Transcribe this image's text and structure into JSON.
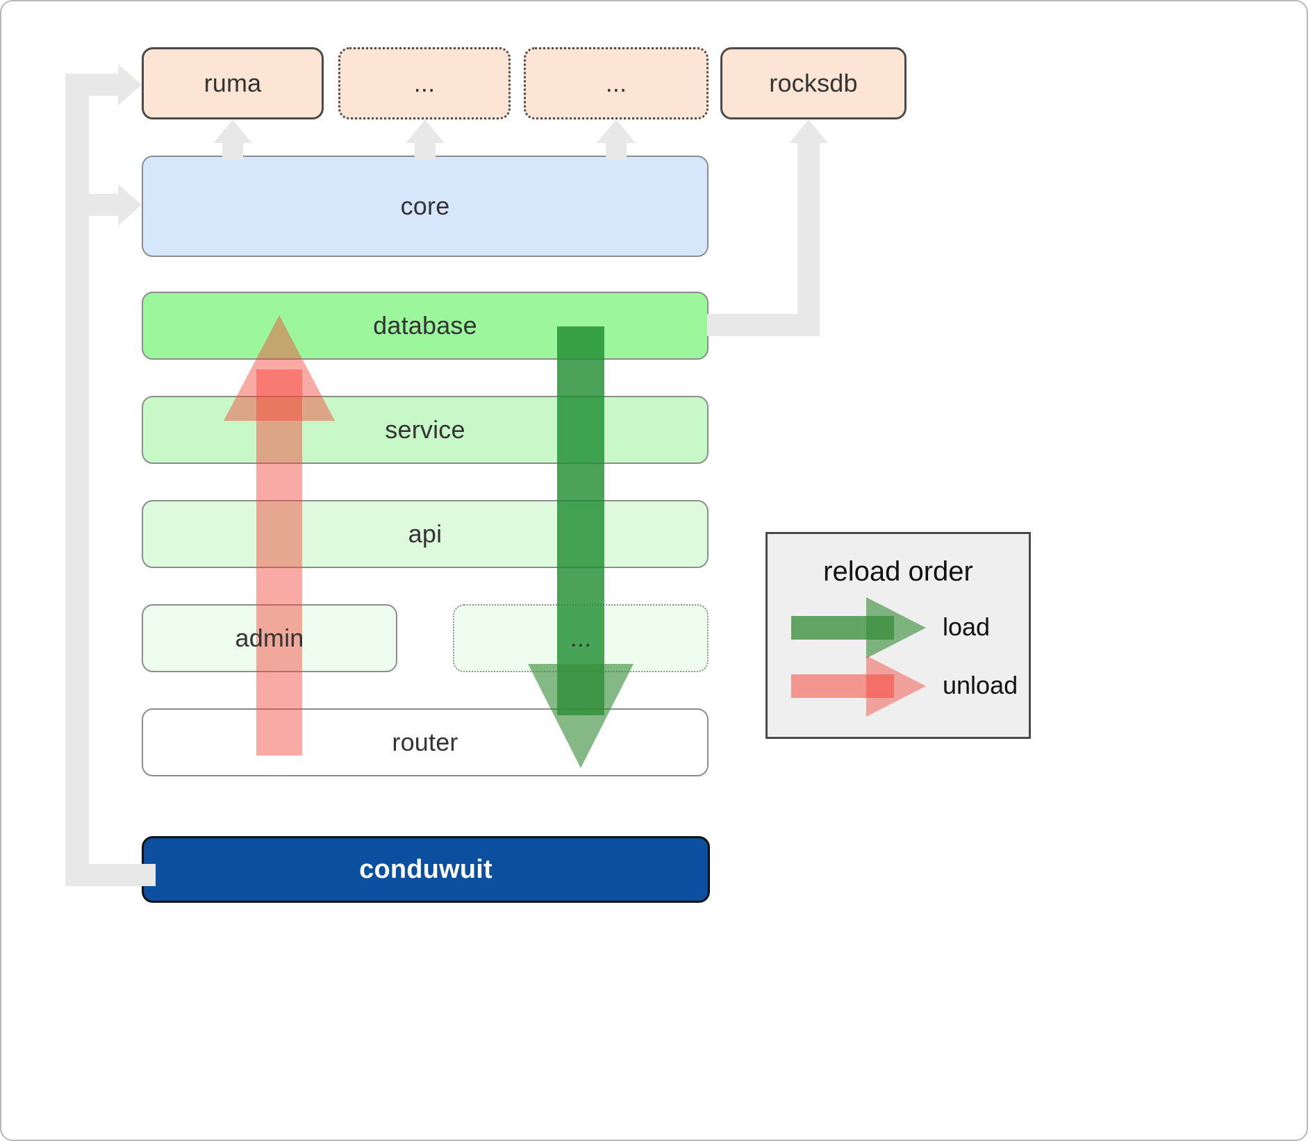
{
  "diagram": {
    "title": "conduwuit crate architecture / reload order",
    "dependencies": [
      {
        "label": "ruma",
        "style": "solid"
      },
      {
        "label": "...",
        "style": "dotted"
      },
      {
        "label": "...",
        "style": "dotted"
      },
      {
        "label": "rocksdb",
        "style": "solid"
      }
    ],
    "core": {
      "label": "core"
    },
    "layers": [
      {
        "label": "database",
        "style": "solid"
      },
      {
        "label": "service",
        "style": "solid"
      },
      {
        "label": "api",
        "style": "solid"
      }
    ],
    "admin_row": [
      {
        "label": "admin",
        "style": "solid"
      },
      {
        "label": "...",
        "style": "dotted"
      }
    ],
    "router": {
      "label": "router",
      "style": "solid"
    },
    "binary": {
      "label": "conduwuit"
    },
    "legend": {
      "title": "reload order",
      "entries": [
        {
          "label": "load",
          "color": "#388e3c"
        },
        {
          "label": "unload",
          "color": "#f44336"
        }
      ]
    },
    "colors": {
      "dependency_fill": "#fce5d4",
      "core_fill": "#d6e7fb",
      "database_fill": "#9cf79c",
      "service_fill": "#c8f7c8",
      "api_fill": "#ddfadd",
      "admin_fill": "#edfced",
      "router_fill": "#ffffff",
      "binary_fill": "#0b4f9e",
      "connector": "#e8e8e8",
      "load_arrow": "#388e3c",
      "unload_arrow": "#f44336",
      "legend_fill": "#efefef"
    }
  }
}
